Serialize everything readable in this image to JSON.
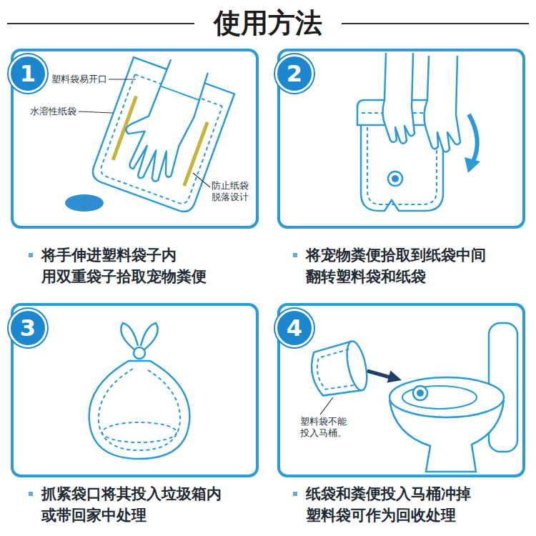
{
  "diagram": {
    "title": "使用方法",
    "nodes": [
      {
        "text": [
          "塑料袋易开口",
          "水溶性纸袋",
          "防止纸袋 脱落设计"
        ]
      },
      {
        "text": [
          "1"
        ],
        "in": 0
      },
      {
        "text": []
      },
      {
        "text": [
          "2"
        ],
        "in": 2
      },
      {
        "text": []
      },
      {
        "text": [
          "3"
        ],
        "in": 4
      },
      {
        "text": [
          "塑料袋不能 投入马桶。"
        ]
      },
      {
        "text": [
          "4"
        ],
        "in": 6
      }
    ],
    "labels": [
      "将手伸进塑料袋子内 用双重袋子拾取宠物粪便",
      "将宠物粪便拾取到纸袋中间 翻转塑料袋和纸袋",
      "抓紧袋口将其投入垃圾箱内 或带回家中处理",
      "纸袋和粪便投入马桶冲掉 塑料袋可作为回收处理"
    ]
  }
}
